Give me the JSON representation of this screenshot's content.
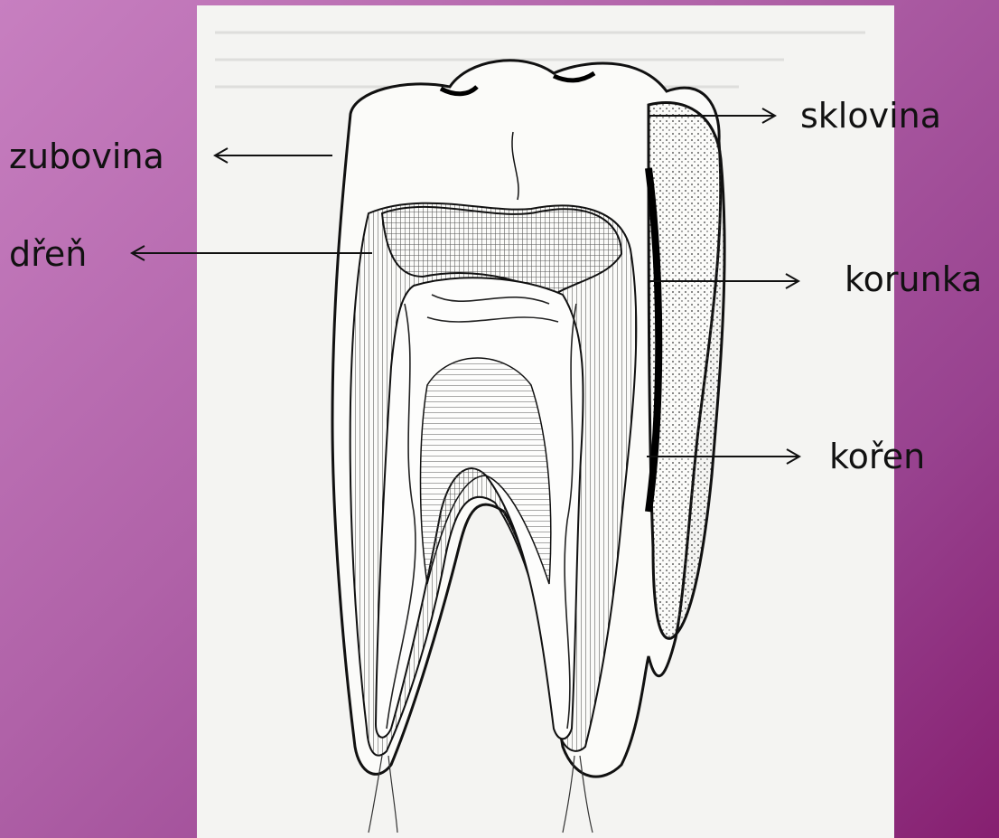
{
  "labels": {
    "zubovina": "zubovina",
    "dren": "dřeň",
    "sklovina": "sklovina",
    "korunka": "korunka",
    "koren": "kořen"
  },
  "colors": {
    "background_start": "#c77fc0",
    "background_end": "#861f70",
    "figure_paper": "#f4f4f2",
    "ink": "#111111"
  },
  "icons": [
    "arrow-left-icon",
    "arrow-right-icon"
  ]
}
